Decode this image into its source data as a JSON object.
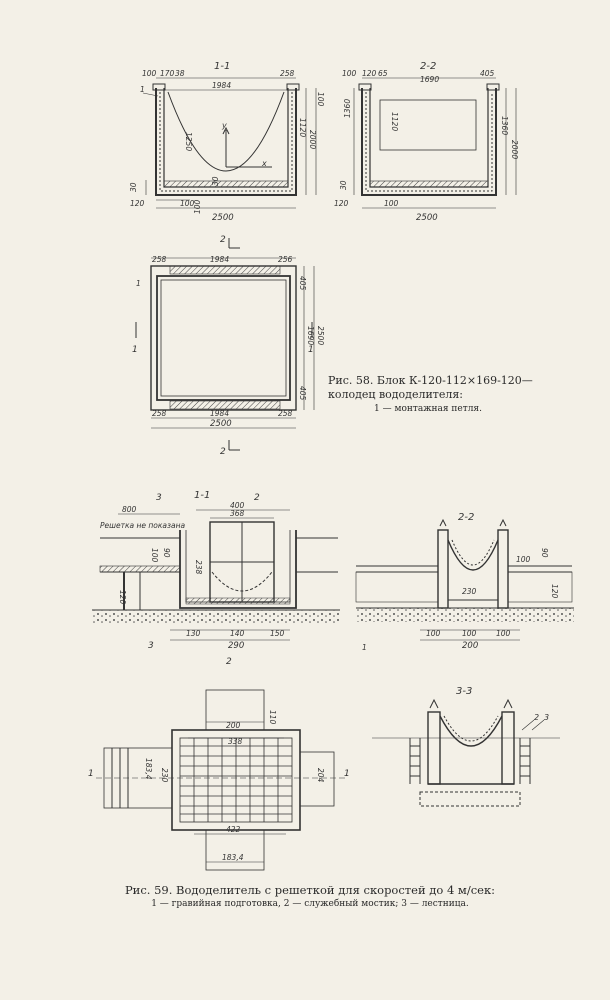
{
  "fig58": {
    "sec1_label": "1-1",
    "sec2_label": "2-2",
    "sec1": {
      "d100a": "100",
      "d170": "170",
      "d38": "38",
      "d258": "258",
      "d1984": "1984",
      "d100b": "100",
      "d1250": "1250",
      "d1120": "1120",
      "d2000": "2000",
      "d120": "120",
      "d30a": "30",
      "d30b": "30",
      "d100c": "100",
      "d100d": "100",
      "d2500": "2500",
      "lbl1": "1",
      "axis_y": "y",
      "axis_x": "x"
    },
    "sec2": {
      "d100": "100",
      "d120": "120",
      "d65": "65",
      "d1690": "1690",
      "d405": "405",
      "d1360a": "1360",
      "d1360b": "1360",
      "d1120": "1120",
      "d2000": "2000",
      "d30": "30",
      "d120b": "120",
      "d100b": "100",
      "d2500": "2500"
    },
    "plan": {
      "top_label": "2",
      "bottom_label": "2",
      "left_label": "1",
      "right_label": "1",
      "d258a": "258",
      "d1984a": "1984",
      "d256": "256",
      "d405a": "405",
      "d1690": "1690",
      "d2500v": "2500",
      "d405b": "405",
      "d258b": "258",
      "d1984b": "1984",
      "d258c": "258",
      "d2500": "2500",
      "lbl1": "1"
    },
    "caption_title": "Рис. 58. Блок К-120-112×169-120—колодец вододелителя:",
    "caption_legend": "1 — монтажная петля."
  },
  "fig59": {
    "sec1_label": "1-1",
    "sec2_label": "2-2",
    "sec3_label": "3-3",
    "s1": {
      "note": "Решетка не показана",
      "d800": "800",
      "d400": "400",
      "d368": "368",
      "d100": "100",
      "d90": "90",
      "d120": "120",
      "d238": "238",
      "d130": "130",
      "d140": "140",
      "d150": "150",
      "d290": "290",
      "mark3a": "3",
      "mark3b": "3",
      "mark2a": "2",
      "mark2b": "2"
    },
    "s2": {
      "d100": "100",
      "d90": "90",
      "d230": "230",
      "d120": "120",
      "d100a": "100",
      "d100b": "100",
      "d100c": "100",
      "d200": "200",
      "lbl1": "1"
    },
    "plan": {
      "d200": "200",
      "d338": "338",
      "d110": "110",
      "d1834": "183,4",
      "d230": "230",
      "d204": "204",
      "d422": "422",
      "d1834b": "183,4",
      "mark1a": "1",
      "mark1b": "1"
    },
    "s3": {
      "lbl2": "2",
      "lbl3": "3"
    },
    "caption_title": "Рис. 59. Вододелитель с решеткой для скоростей до 4 м/сек:",
    "caption_legend": "1 — гравийная   подготовка,  2 — служебный   мостик;  3 — лестница."
  }
}
